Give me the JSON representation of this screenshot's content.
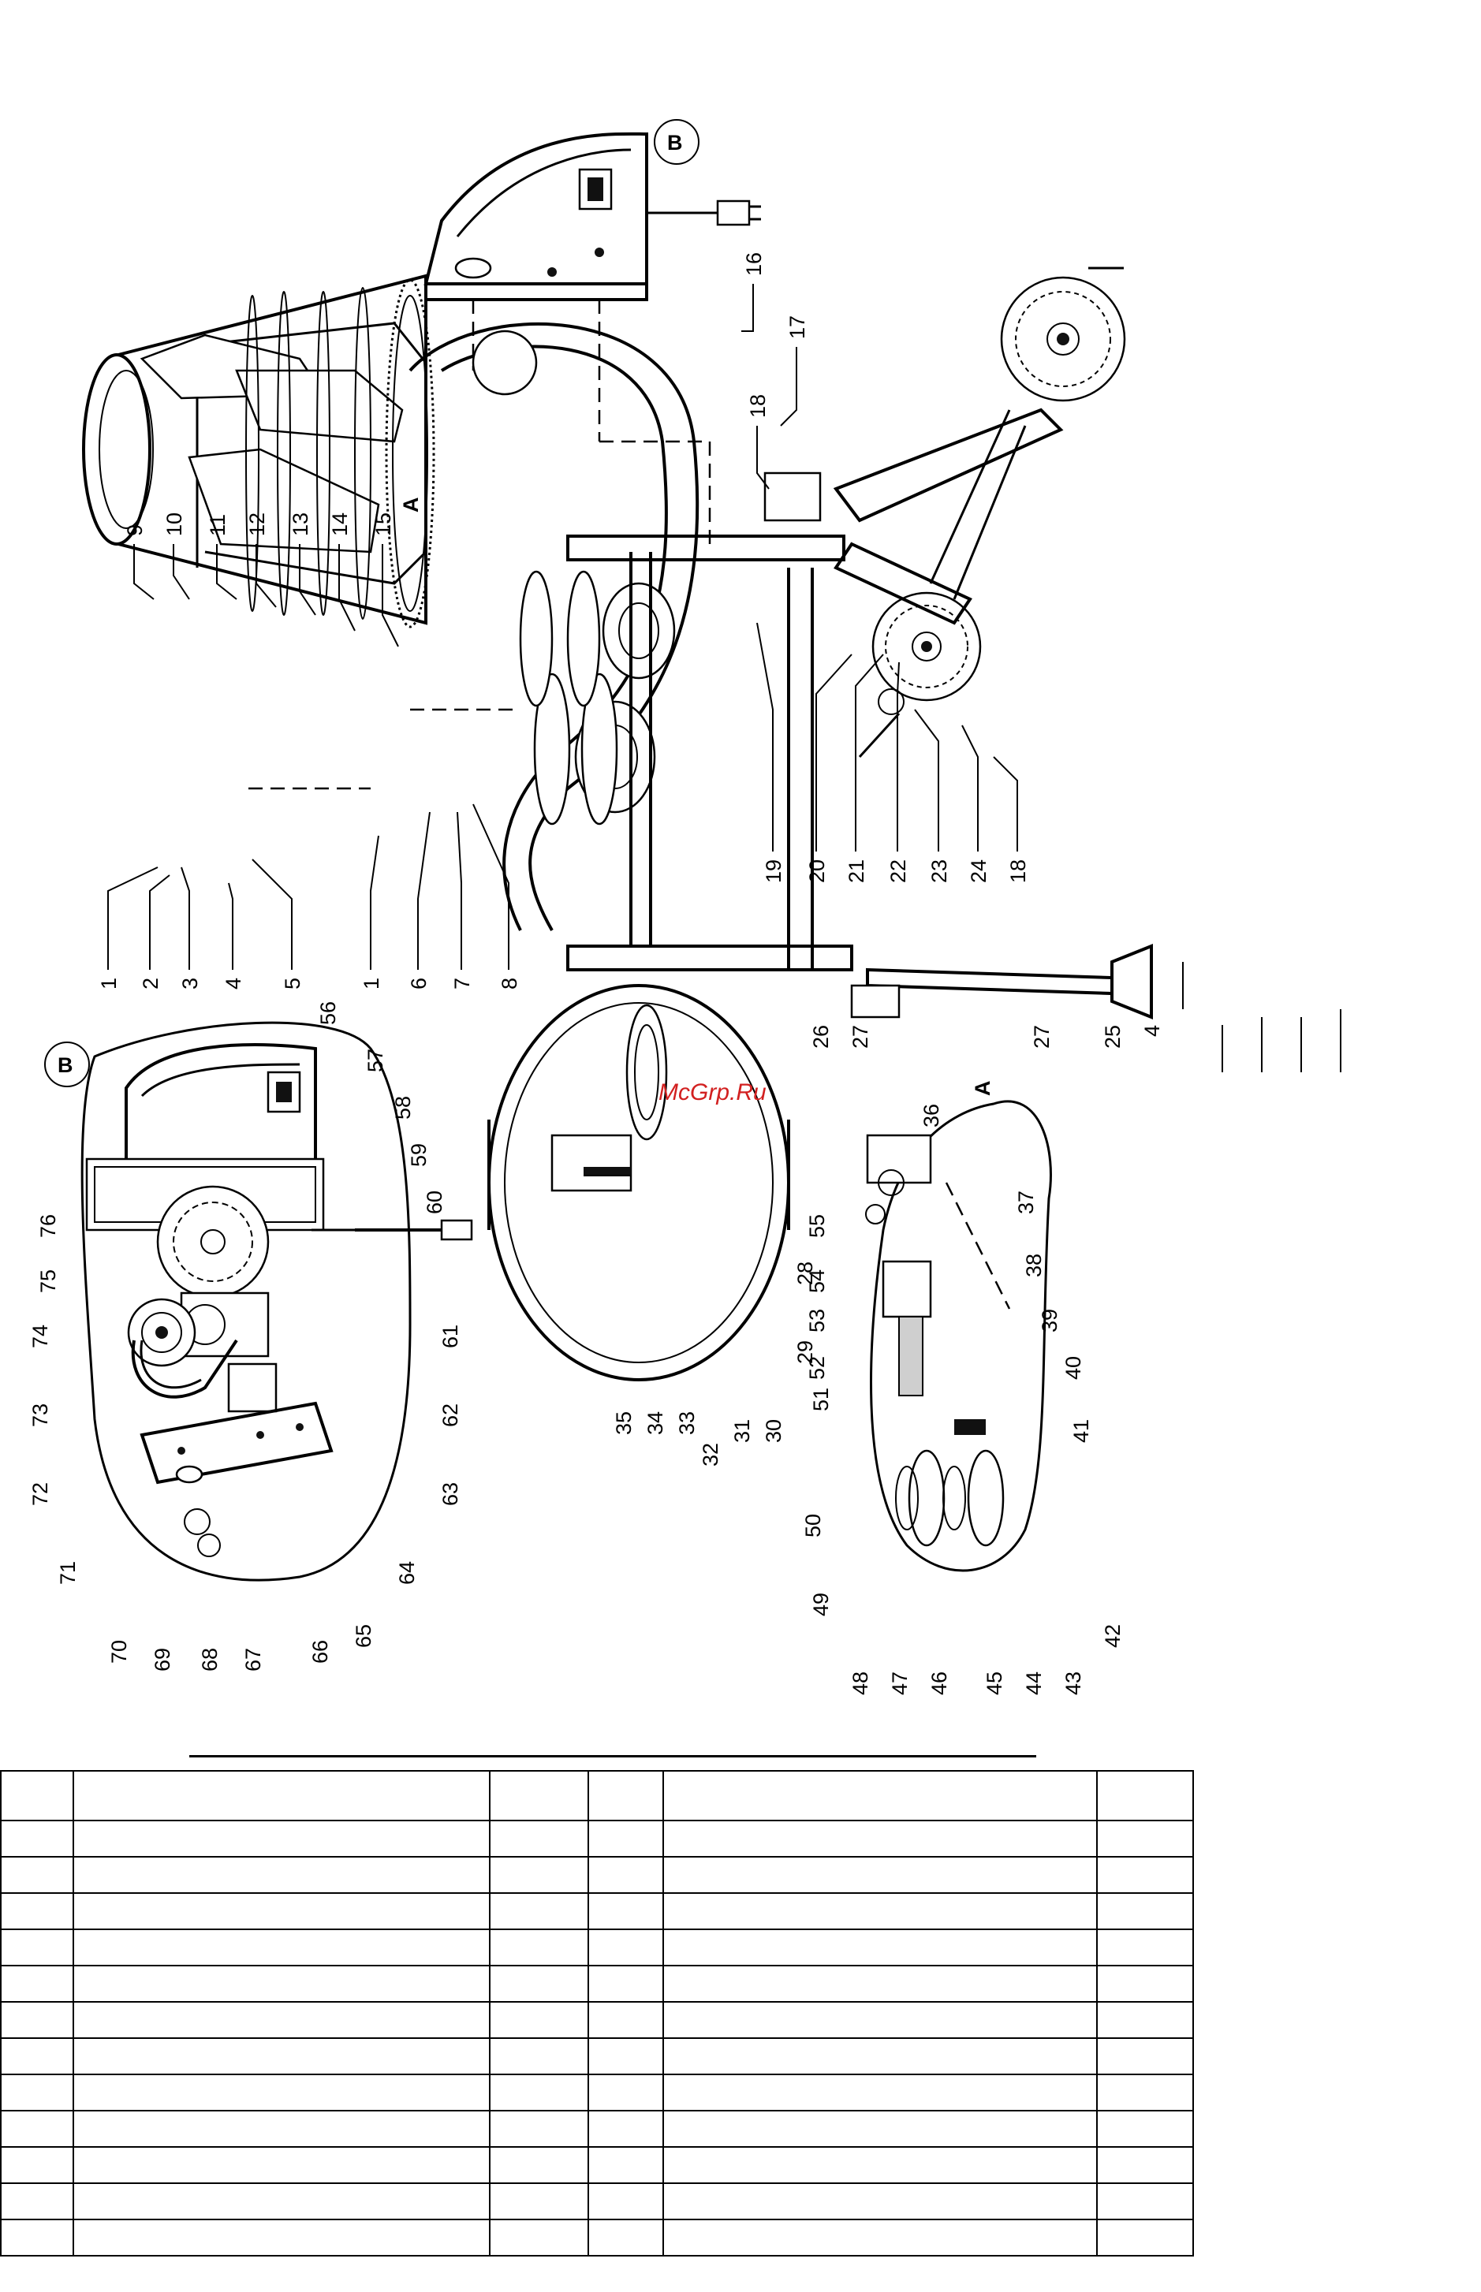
{
  "callouts": [
    "1",
    "2",
    "3",
    "4",
    "5",
    "1",
    "6",
    "7",
    "8",
    "9",
    "10",
    "11",
    "12",
    "13",
    "14",
    "15",
    "16",
    "17",
    "18",
    "19",
    "20",
    "21",
    "22",
    "23",
    "24",
    "18",
    "25",
    "4",
    "27",
    "26",
    "27",
    "28",
    "29",
    "30",
    "31",
    "32",
    "33",
    "34",
    "35",
    "36",
    "37",
    "38",
    "39",
    "40",
    "41",
    "42",
    "43",
    "44",
    "45",
    "46",
    "47",
    "48",
    "49",
    "50",
    "51",
    "52",
    "53",
    "54",
    "55",
    "56",
    "57",
    "58",
    "59",
    "60",
    "61",
    "62",
    "63",
    "64",
    "65",
    "66",
    "67",
    "68",
    "69",
    "70",
    "71",
    "72",
    "73",
    "74",
    "75",
    "76"
  ],
  "detail_labels": {
    "a_main": "A",
    "b_main": "B",
    "a_detail": "A",
    "b_detail": "B"
  },
  "watermark": "McGrp.Ru",
  "table": {
    "columns": 6,
    "rows": [
      [
        "",
        "",
        "",
        "",
        "",
        ""
      ],
      [
        "",
        "",
        "",
        "",
        "",
        ""
      ],
      [
        "",
        "",
        "",
        "",
        "",
        ""
      ],
      [
        "",
        "",
        "",
        "",
        "",
        ""
      ],
      [
        "",
        "",
        "",
        "",
        "",
        ""
      ],
      [
        "",
        "",
        "",
        "",
        "",
        ""
      ],
      [
        "",
        "",
        "",
        "",
        "",
        ""
      ],
      [
        "",
        "",
        "",
        "",
        "",
        ""
      ],
      [
        "",
        "",
        "",
        "",
        "",
        ""
      ],
      [
        "",
        "",
        "",
        "",
        "",
        ""
      ],
      [
        "",
        "",
        "",
        "",
        "",
        ""
      ],
      [
        "",
        "",
        "",
        "",
        "",
        ""
      ],
      [
        "",
        "",
        "",
        "",
        "",
        ""
      ]
    ]
  },
  "colors": {
    "ink": "#000000",
    "watermark": "#d22020"
  }
}
